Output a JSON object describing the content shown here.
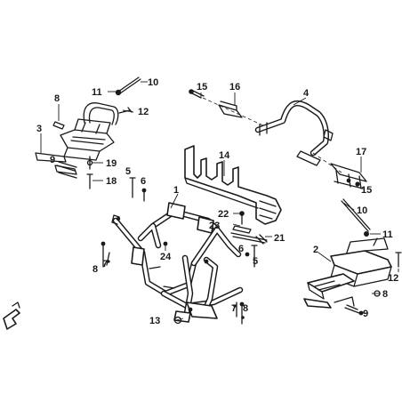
{
  "callouts": {
    "c10a": "10",
    "c11a": "11",
    "c8a": "8",
    "c12a": "12",
    "c3": "3",
    "c19": "19",
    "c9a": "9",
    "c18": "18",
    "c15a": "15",
    "c16": "16",
    "c4": "4",
    "c14": "14",
    "c17": "17",
    "c15b": "15",
    "c5a": "5",
    "c6a": "6",
    "c1": "1",
    "c22": "22",
    "c23": "23",
    "c21": "21",
    "c10b": "10",
    "c11b": "11",
    "c24": "24",
    "c7a": "7",
    "c8b": "8",
    "c6b": "6",
    "c5b": "5",
    "c7b": "7",
    "c8c": "8",
    "c13": "13",
    "c2": "2",
    "c12b": "12",
    "c8d": "8",
    "c9b": "9"
  },
  "icons": {
    "ref_arrow": "corner-arrow-icon"
  }
}
